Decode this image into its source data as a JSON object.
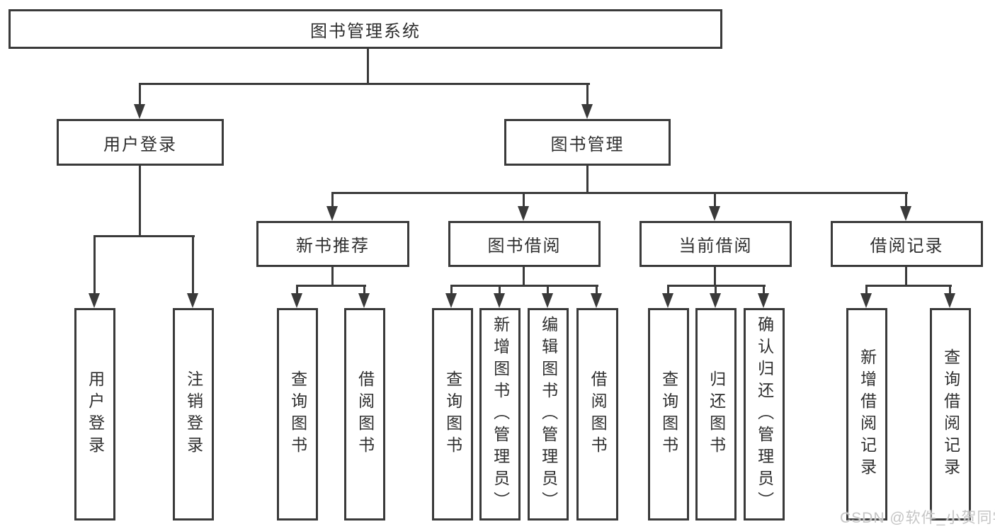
{
  "colors": {
    "line": "#3a3a3a",
    "text": "#2f2f2f",
    "watermark": "#c5c5c5"
  },
  "watermark": {
    "text": "CSDN @软件_小贺同学"
  },
  "tree": {
    "root": {
      "label": "图书管理系统"
    },
    "branches": [
      {
        "label": "用户登录",
        "children": [
          {
            "label": "用户登录"
          },
          {
            "label": "注销登录"
          }
        ]
      },
      {
        "label": "图书管理",
        "children": [
          {
            "label": "新书推荐",
            "children": [
              {
                "label": "查询图书"
              },
              {
                "label": "借阅图书"
              }
            ]
          },
          {
            "label": "图书借阅",
            "children": [
              {
                "label": "查询图书"
              },
              {
                "label": "新增图书（管理员）"
              },
              {
                "label": "编辑图书（管理员）"
              },
              {
                "label": "借阅图书"
              }
            ]
          },
          {
            "label": "当前借阅",
            "children": [
              {
                "label": "查询图书"
              },
              {
                "label": "归还图书"
              },
              {
                "label": "确认归还（管理员）"
              }
            ]
          },
          {
            "label": "借阅记录",
            "children": [
              {
                "label": "新增借阅记录"
              },
              {
                "label": "查询借阅记录"
              }
            ]
          }
        ]
      }
    ]
  }
}
